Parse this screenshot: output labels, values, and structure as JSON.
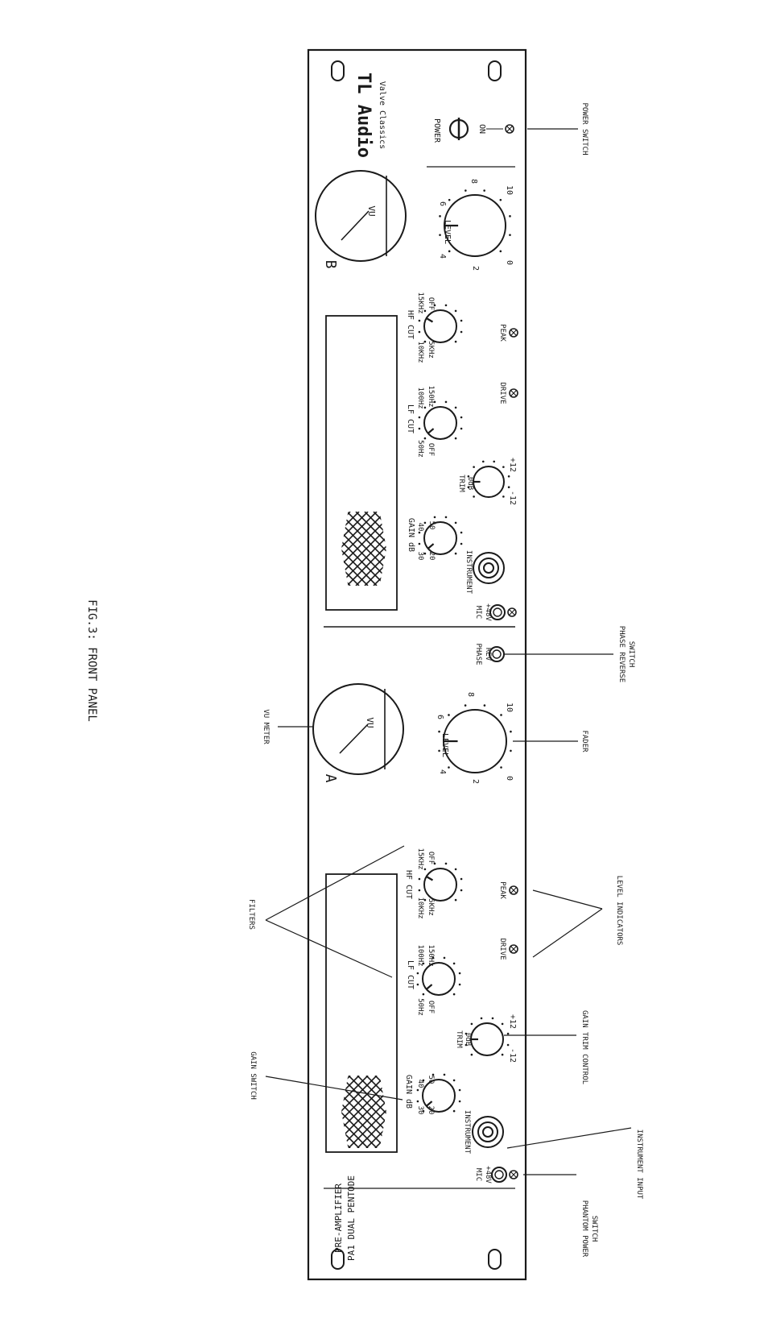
{
  "figure": {
    "title": "FIG.3: FRONT PANEL"
  },
  "brand": {
    "name": "TL Audio",
    "series": "Valve Classics"
  },
  "model": {
    "line1": "PA1 DUAL PENTODE",
    "line2": "PRE-AMPLIFIER"
  },
  "power": {
    "label": "POWER",
    "on_label": "ON"
  },
  "channels": [
    {
      "id": "A",
      "letter": "A",
      "meter_label": "VU",
      "gain": {
        "title": "GAIN dB",
        "ticks": [
          "20",
          "30",
          "40",
          "50"
        ]
      },
      "trim": {
        "title1": "TRIM",
        "title2": "0dB",
        "min": "-12",
        "max": "+12"
      },
      "lf_cut": {
        "title": "LF CUT",
        "ticks": [
          "OFF",
          "50Hz",
          "100Hz",
          "150Hz"
        ]
      },
      "hf_cut": {
        "title": "HF CUT",
        "ticks": [
          "10KHz",
          "15KHz",
          "OFF",
          "5KHz"
        ]
      },
      "level": {
        "title": "LEVEL",
        "ticks": [
          "0",
          "2",
          "4",
          "6",
          "8",
          "10"
        ]
      },
      "mic_label": "MIC",
      "phantom_label": "+48V",
      "instrument_label": "INSTRUMENT",
      "drive_label": "DRIVE",
      "peak_label": "PEAK",
      "phase_label1": "PHASE",
      "phase_label2": "REV"
    },
    {
      "id": "B",
      "letter": "B",
      "meter_label": "VU",
      "gain": {
        "title": "GAIN dB",
        "ticks": [
          "20",
          "30",
          "40",
          "50"
        ]
      },
      "trim": {
        "title1": "TRIM",
        "title2": "0dB",
        "min": "-12",
        "max": "+12"
      },
      "lf_cut": {
        "title": "LF CUT",
        "ticks": [
          "OFF",
          "50Hz",
          "100Hz",
          "150Hz"
        ]
      },
      "hf_cut": {
        "title": "HF CUT",
        "ticks": [
          "10KHz",
          "15KHz",
          "OFF",
          "5KHz"
        ]
      },
      "level": {
        "title": "LEVEL",
        "ticks": [
          "0",
          "2",
          "4",
          "6",
          "8",
          "10"
        ]
      },
      "mic_label": "MIC",
      "phantom_label": "+48V",
      "instrument_label": "INSTRUMENT",
      "drive_label": "DRIVE",
      "peak_label": "PEAK"
    }
  ],
  "callouts": {
    "power_switch": "POWER SWITCH",
    "vu_meter": "VU METER",
    "phase_reverse_1": "PHASE REVERSE",
    "phase_reverse_2": "SWITCH",
    "fader": "FADER",
    "filters": "FILTERS",
    "level_indicators": "LEVEL INDICATORS",
    "gain_trim_control": "GAIN TRIM CONTROL",
    "gain_switch": "GAIN SWITCH",
    "instrument_input": "INSTRUMENT INPUT",
    "phantom_power_1": "PHANTOM POWER",
    "phantom_power_2": "SWITCH"
  },
  "colors": {
    "ink": "#1a1a1a",
    "paper": "#ffffff"
  }
}
